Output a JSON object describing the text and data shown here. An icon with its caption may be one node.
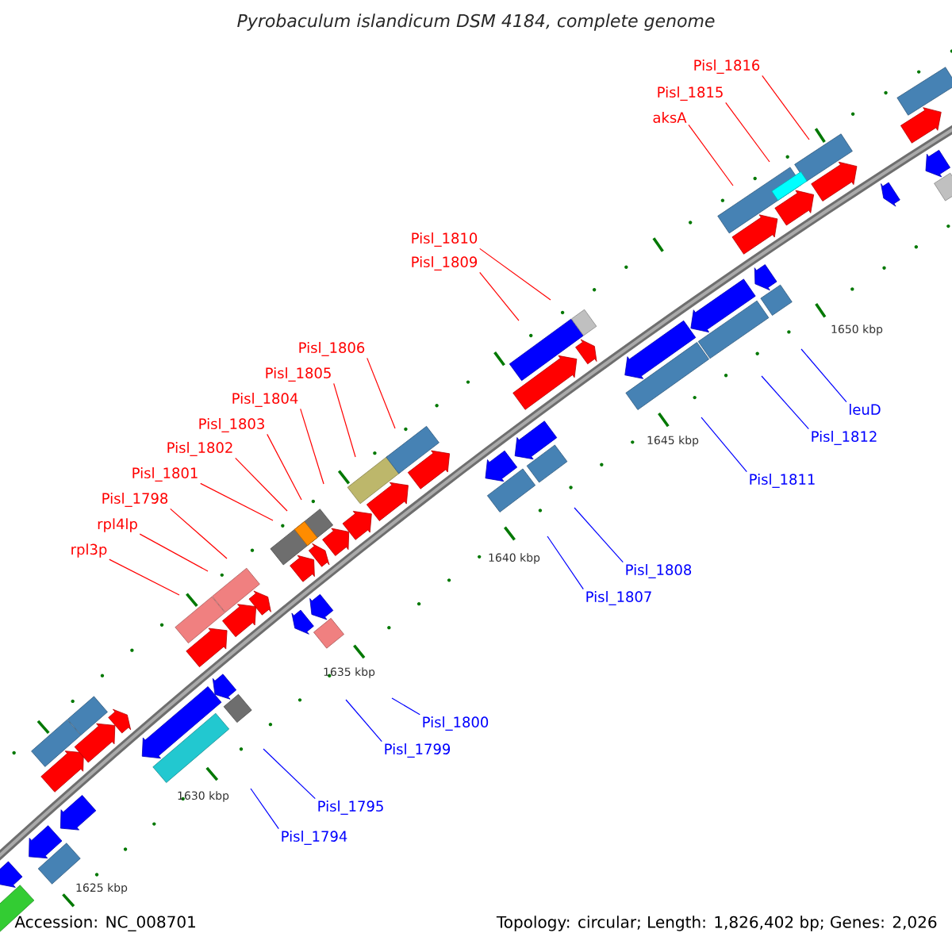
{
  "diagram": {
    "title": "Pyrobaculum islandicum DSM 4184, complete genome",
    "nodes": [
      {
        "text": [
          "Pisl_1816"
        ]
      },
      {
        "text": [
          "Pisl_1815"
        ]
      },
      {
        "text": [
          "aksA"
        ]
      },
      {
        "text": [
          "Pisl_1810"
        ]
      },
      {
        "text": [
          "Pisl_1809"
        ]
      },
      {
        "text": [
          "Pisl_1806"
        ]
      },
      {
        "text": [
          "Pisl_1805"
        ]
      },
      {
        "text": [
          "Pisl_1804"
        ]
      },
      {
        "text": [
          "leuD"
        ]
      },
      {
        "text": [
          "Pisl_1803"
        ]
      },
      {
        "text": [
          "Pisl_1812"
        ]
      },
      {
        "text": [
          "Pisl_1802"
        ]
      },
      {
        "text": [
          "Pisl_1801"
        ]
      },
      {
        "text": [
          "Pisl_1811"
        ]
      },
      {
        "text": [
          "Pisl_1798"
        ]
      },
      {
        "text": [
          "rpl4lp"
        ]
      },
      {
        "text": [
          "rpl3p"
        ]
      },
      {
        "text": [
          "Pisl_1808"
        ]
      },
      {
        "text": [
          "Pisl_1807"
        ]
      },
      {
        "text": [
          "Pisl_1800"
        ]
      },
      {
        "text": [
          "Pisl_1799"
        ]
      },
      {
        "text": [
          "Pisl_1795"
        ]
      },
      {
        "text": [
          "Pisl_1794"
        ]
      }
    ],
    "edges": [
      {
        "from": 0,
        "to": null,
        "arrow": "none"
      },
      {
        "from": 1,
        "to": null,
        "arrow": "none"
      },
      {
        "from": 2,
        "to": null,
        "arrow": "none"
      },
      {
        "from": 3,
        "to": null,
        "arrow": "none"
      },
      {
        "from": 4,
        "to": null,
        "arrow": "none"
      },
      {
        "from": 5,
        "to": null,
        "arrow": "none"
      },
      {
        "from": 6,
        "to": null,
        "arrow": "none"
      },
      {
        "from": 7,
        "to": null,
        "arrow": "none"
      },
      {
        "from": 8,
        "to": null,
        "arrow": "none",
        "color": "#0000ff"
      },
      {
        "from": 9,
        "to": null,
        "arrow": "none"
      },
      {
        "from": 10,
        "to": null,
        "arrow": "none",
        "color": "#0000ff"
      },
      {
        "from": 11,
        "to": null,
        "arrow": "none"
      },
      {
        "from": 12,
        "to": null,
        "arrow": "none"
      },
      {
        "from": 13,
        "to": null,
        "arrow": "none",
        "color": "#0000ff"
      },
      {
        "from": 14,
        "to": null,
        "arrow": "none"
      },
      {
        "from": 15,
        "to": null,
        "arrow": "none"
      },
      {
        "from": 16,
        "to": null,
        "arrow": "none"
      },
      {
        "from": 17,
        "to": null,
        "arrow": "none",
        "color": "#0000ff"
      },
      {
        "from": 18,
        "to": null,
        "arrow": "none",
        "color": "#0000ff"
      },
      {
        "from": 19,
        "to": null,
        "arrow": "none",
        "color": "#0000ff"
      },
      {
        "from": 20,
        "to": null,
        "arrow": "none",
        "color": "#0000ff"
      },
      {
        "from": 21,
        "to": null,
        "arrow": "none",
        "color": "#0000ff"
      },
      {
        "from": 22,
        "to": null,
        "arrow": "none",
        "color": "#0000ff"
      }
    ],
    "labels": [
      "1650 kbp",
      "1645 kbp",
      "1640 kbp",
      "1635 kbp",
      "1630 kbp",
      "1625 kbp",
      "Accession: NC_008701",
      "Topology: circular; Length: 1,826,402 bp; Genes: 2,026"
    ]
  }
}
